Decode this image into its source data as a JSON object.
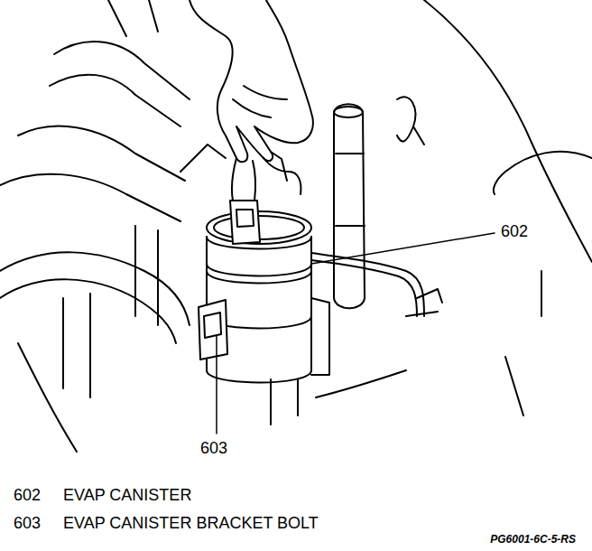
{
  "diagram": {
    "labels": [
      "602",
      "603",
      "602",
      "EVAP CANISTER",
      "603",
      "EVAP CANISTER BRACKET BOLT",
      "PG6001-6C-5-RS"
    ]
  }
}
